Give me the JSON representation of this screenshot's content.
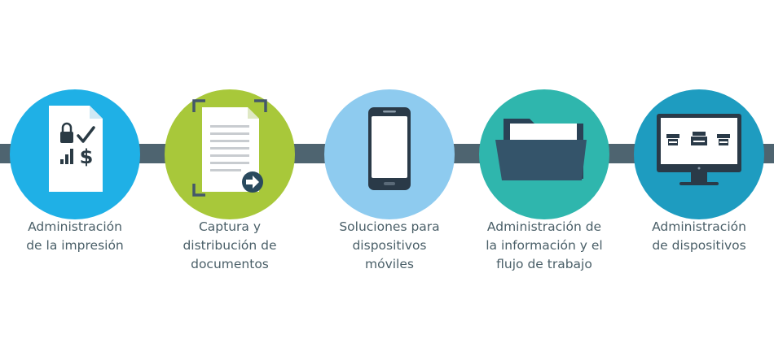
{
  "colors": {
    "connector": "#4e6470",
    "label_text": "#4a5f68"
  },
  "steps": [
    {
      "label": "Administración\nde la impresión",
      "color": "#1fb0e6",
      "icon": "document-lock-check-chart-dollar-icon"
    },
    {
      "label": "Captura y\ndistribución de\ndocumentos",
      "color": "#a8c83a",
      "icon": "scan-document-icon"
    },
    {
      "label": "Soluciones para\ndispositivos\nmóviles",
      "color": "#8ecbef",
      "icon": "smartphone-icon"
    },
    {
      "label": "Administración de\nla información y el\nflujo de trabajo",
      "color": "#2fb6ad",
      "icon": "folder-icon"
    },
    {
      "label": "Administración\nde dispositivos",
      "color": "#1e9cc0",
      "icon": "monitor-devices-icon"
    }
  ]
}
